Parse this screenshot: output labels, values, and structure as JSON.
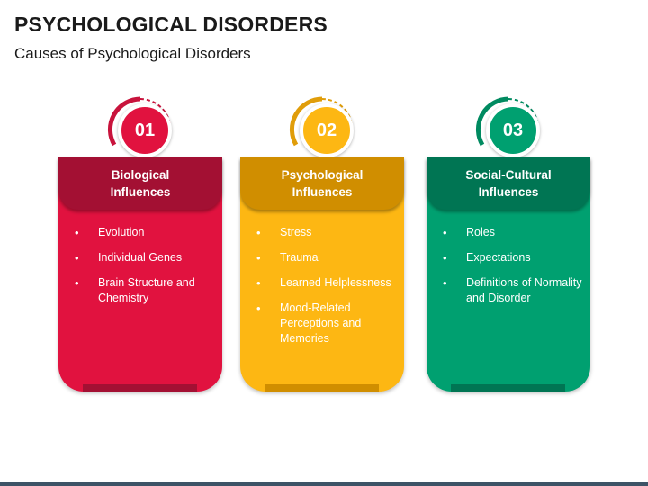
{
  "title": "PSYCHOLOGICAL DISORDERS",
  "subtitle": "Causes of Psychological Disorders",
  "cards": [
    {
      "number": "01",
      "heading_line1": "Biological",
      "heading_line2": "Influences",
      "items": [
        "Evolution",
        "Individual Genes",
        "Brain Structure and Chemistry"
      ],
      "colors": {
        "header": "#a31033",
        "body": "#e1123f",
        "badge": "#e1123f",
        "ring": "#c8133c",
        "foot": "#a31033"
      }
    },
    {
      "number": "02",
      "heading_line1": "Psychological",
      "heading_line2": "Influences",
      "items": [
        "Stress",
        "Trauma",
        "Learned Helplessness",
        "Mood-Related Perceptions and Memories"
      ],
      "colors": {
        "header": "#d08e00",
        "body": "#fdb713",
        "badge": "#fdb713",
        "ring": "#e09d0a",
        "foot": "#d08e00"
      }
    },
    {
      "number": "03",
      "heading_line1": "Social-Cultural",
      "heading_line2": "Influences",
      "items": [
        "Roles",
        "Expectations",
        "Definitions of Normality and Disorder"
      ],
      "colors": {
        "header": "#007553",
        "body": "#00a070",
        "badge": "#00a070",
        "ring": "#008a60",
        "foot": "#007553"
      }
    }
  ]
}
